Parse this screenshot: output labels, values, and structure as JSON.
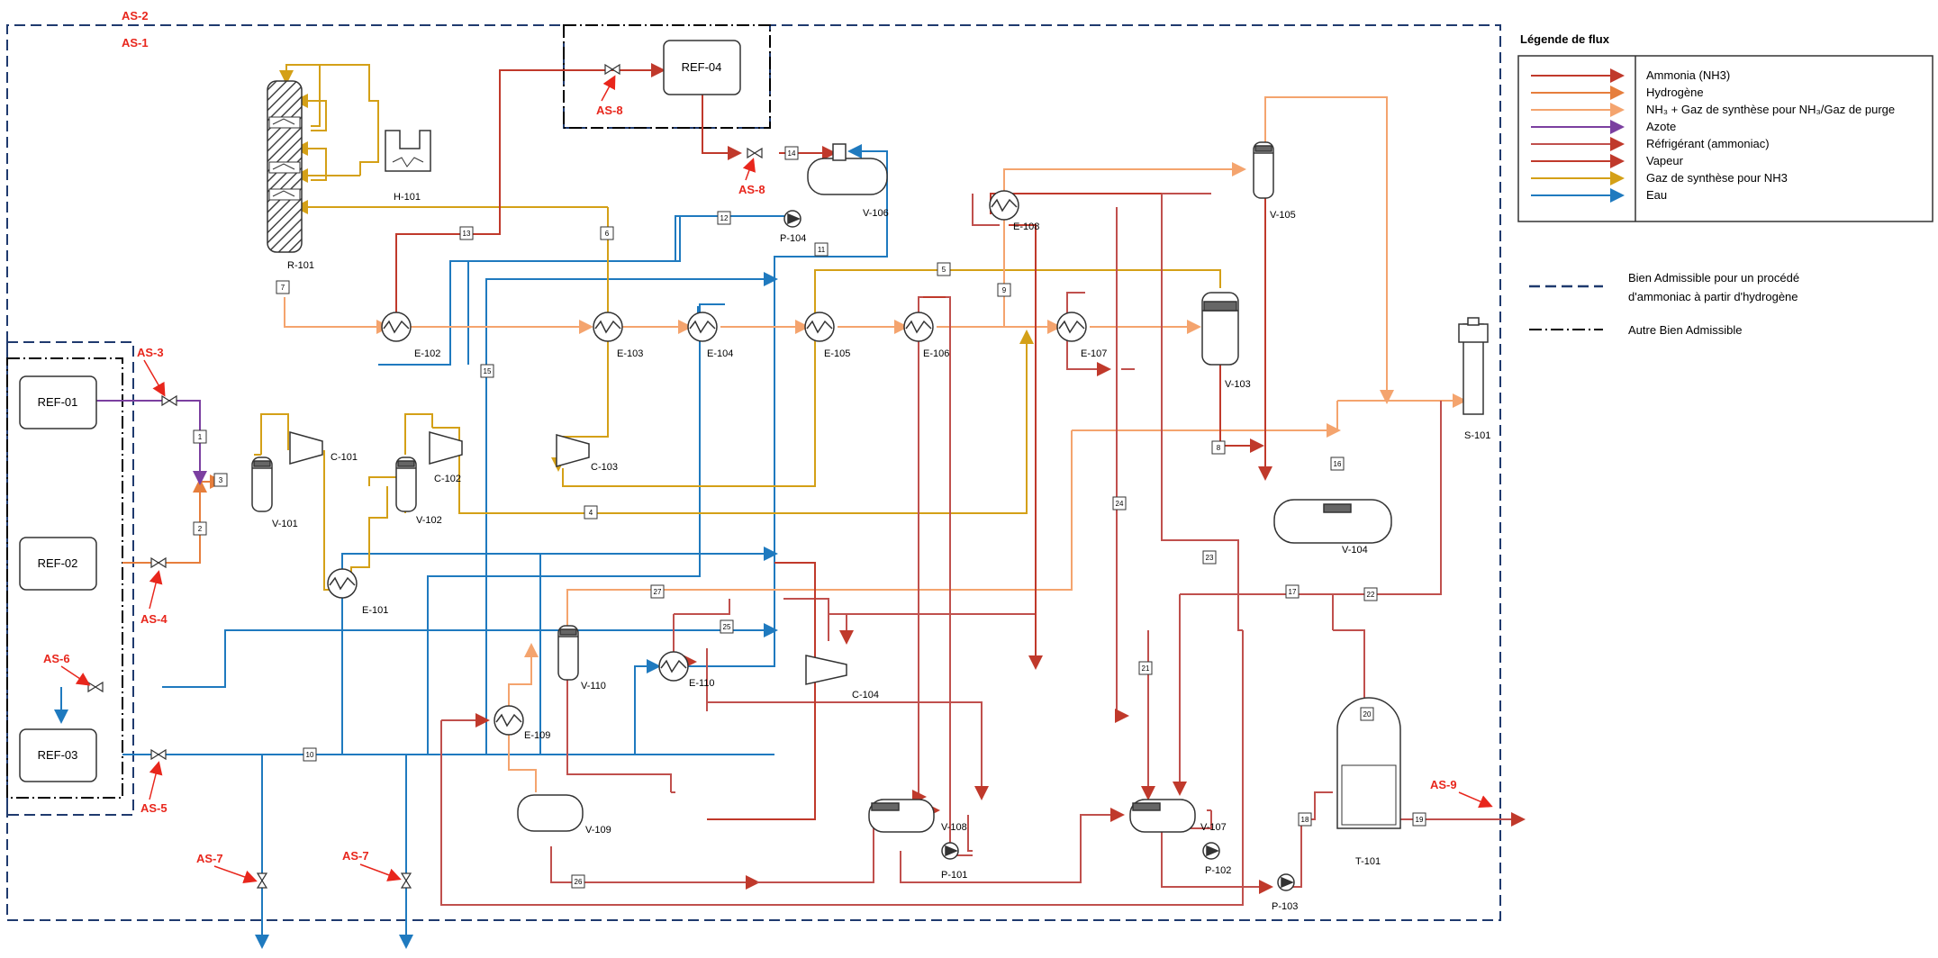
{
  "colors": {
    "ammonia": "#c0392b",
    "hydrogen": "#e67e3c",
    "nh3_syngas": "#f4a46e",
    "azote": "#7b3fa0",
    "refrigerant": "#c0504d",
    "vapeur": "#c0392b",
    "syngas": "#d4a017",
    "eau": "#1f7abf",
    "boundary": "#1f3a6e",
    "tag": "#e8261c"
  },
  "references": [
    "REF-01",
    "REF-02",
    "REF-03",
    "REF-04"
  ],
  "tags": {
    "as1": "AS-1",
    "as2": "AS-2",
    "as3": "AS-3",
    "as4": "AS-4",
    "as5": "AS-5",
    "as6": "AS-6",
    "as7a": "AS-7",
    "as7b": "AS-7",
    "as8a": "AS-8",
    "as8b": "AS-8",
    "as9": "AS-9"
  },
  "equipment": {
    "r101": "R-101",
    "h101": "H-101",
    "v101": "V-101",
    "v102": "V-102",
    "c101": "C-101",
    "c102": "C-102",
    "c103": "C-103",
    "c104": "C-104",
    "e101": "E-101",
    "e102": "E-102",
    "e103": "E-103",
    "e104": "E-104",
    "e105": "E-105",
    "e106": "E-106",
    "e107": "E-107",
    "e108": "E-108",
    "e109": "E-109",
    "e110": "E-110",
    "v103": "V-103",
    "v104": "V-104",
    "v105": "V-105",
    "v106": "V-106",
    "v107": "V-107",
    "v108": "V-108",
    "v109": "V-109",
    "v110": "V-110",
    "p101": "P-101",
    "p102": "P-102",
    "p103": "P-103",
    "p104": "P-104",
    "s101": "S-101",
    "t101": "T-101"
  },
  "streams": [
    "1",
    "2",
    "3",
    "4",
    "5",
    "6",
    "7",
    "8",
    "9",
    "10",
    "11",
    "12",
    "13",
    "14",
    "15",
    "16",
    "17",
    "18",
    "19",
    "20",
    "21",
    "22",
    "23",
    "24",
    "25",
    "26",
    "27"
  ],
  "legend": {
    "title": "Légende de flux",
    "items": [
      {
        "label": "Ammonia (NH3)",
        "color": "#c0392b"
      },
      {
        "label": "Hydrogène",
        "color": "#e67e3c"
      },
      {
        "label": "NH₃ + Gaz de synthèse pour NH₃/Gaz de purge",
        "color": "#f4a46e"
      },
      {
        "label": "Azote",
        "color": "#7b3fa0"
      },
      {
        "label": "Réfrigérant (ammoniac)",
        "color": "#c0504d"
      },
      {
        "label": "Vapeur",
        "color": "#c0392b"
      },
      {
        "label": "Gaz de synthèse pour NH3",
        "color": "#d4a017"
      },
      {
        "label": "Eau",
        "color": "#1f7abf"
      }
    ],
    "boundary1_line1": "Bien Admissible pour un procédé",
    "boundary1_line2": "d'ammoniac à partir d'hydrogène",
    "boundary2": "Autre Bien Admissible"
  }
}
